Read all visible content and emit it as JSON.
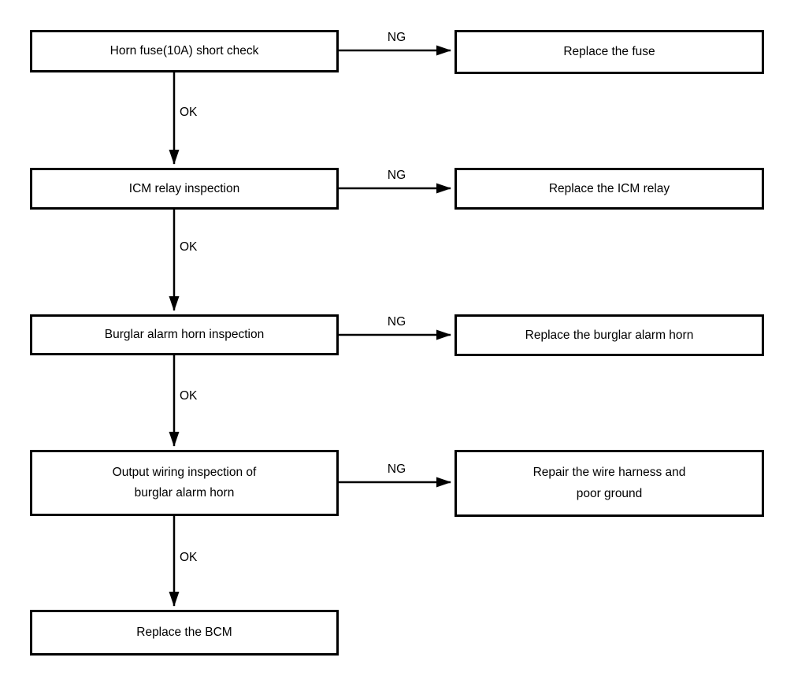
{
  "flow": {
    "colors": {
      "line": "#000000",
      "background": "#ffffff"
    },
    "steps": [
      {
        "check": "Horn fuse(10A) short check",
        "ok_label": "OK",
        "ng_label": "NG",
        "ng_action": "Replace the fuse"
      },
      {
        "check": "ICM relay inspection",
        "ok_label": "OK",
        "ng_label": "NG",
        "ng_action": "Replace the ICM relay"
      },
      {
        "check": "Burglar alarm horn inspection",
        "ok_label": "OK",
        "ng_label": "NG",
        "ng_action": "Replace the burglar alarm horn"
      },
      {
        "check": "Output wiring inspection of burglar alarm horn",
        "ok_label": "OK",
        "ng_label": "NG",
        "ng_action": "Repair the wire harness and poor ground"
      }
    ],
    "final_action": "Replace the BCM"
  }
}
